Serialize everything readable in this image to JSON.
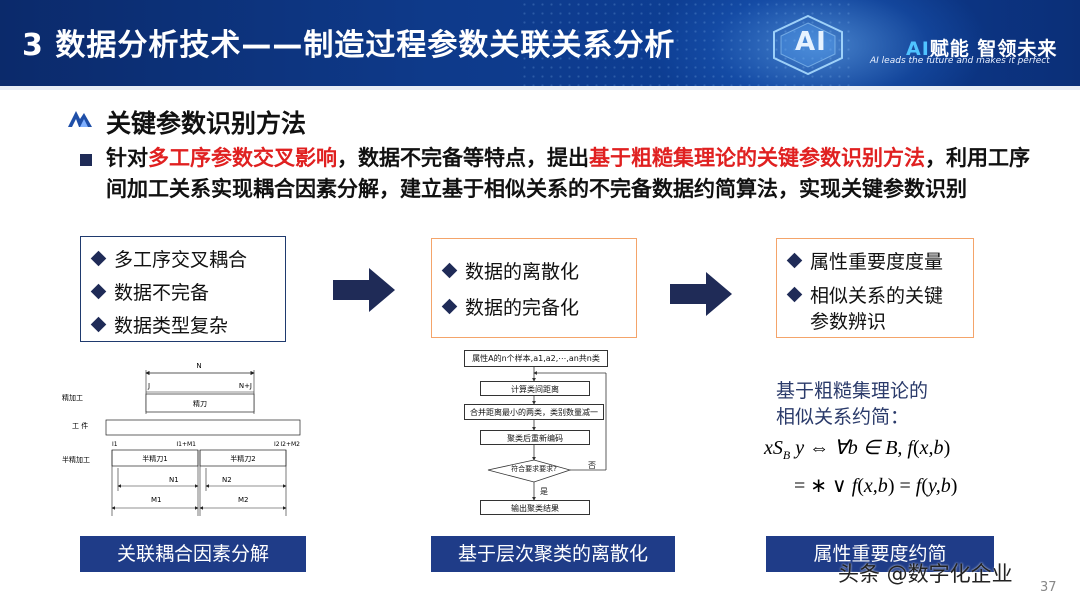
{
  "header": {
    "title": "3 数据分析技术——制造过程参数关联关系分析",
    "badge": "AI",
    "brand_ai": "AI",
    "brand_cn": "赋能 智领未来",
    "brand_en": "AI leads the future and makes it perfect"
  },
  "section": {
    "title": "关键参数识别方法"
  },
  "paragraph": {
    "part1": "针对",
    "highlight1": "多工序参数交叉影响",
    "part2": "，数据不完备等特点，提出",
    "highlight2": "基于粗糙集理论的关键参数识别方法",
    "part3": "，利用工序间加工关系实现耦合因素分解，建立基于相似关系的不完备数据约简算法，实现关键参数识别"
  },
  "boxes": {
    "box1": [
      "多工序交叉耦合",
      "数据不完备",
      "数据类型复杂"
    ],
    "box2": [
      "数据的离散化",
      "数据的完备化"
    ],
    "box3_item1": "属性重要度度量",
    "box3_item2_line1": "相似关系的关键",
    "box3_item2_line2": "参数辨识"
  },
  "diagram1": {
    "label_jing": "精加工",
    "label_gongjian": "工 件",
    "label_banjing": "半精加工",
    "N": "N",
    "J": "J",
    "NJ": "N+J",
    "jingdao": "精刀",
    "I1": "I1",
    "I1M1": "I1+M1",
    "I2": "I2",
    "I2M2": "I2+M2",
    "banjingdao1": "半精刀1",
    "banjingdao2": "半精刀2",
    "N1": "N1",
    "N2": "N2",
    "M1": "M1",
    "M2": "M2"
  },
  "flowchart": {
    "step1": "属性A的n个样本,a1,a2,⋯,an共n类",
    "step2": "计算类间距离",
    "step3": "合并距离最小的两类，类别数量减一",
    "step4": "聚类后重新编码",
    "decision": "符合要求要求?",
    "no": "否",
    "yes": "是",
    "step5": "输出聚类结果"
  },
  "formula": {
    "title_line1": "基于粗糙集理论的",
    "title_line2": "相似关系约简："
  },
  "captions": {
    "cap1": "关联耦合因素分解",
    "cap2": "基于层次聚类的离散化",
    "cap3": "属性重要度约简"
  },
  "watermark": "头条 @数字化企业",
  "page_number": "37",
  "colors": {
    "header_bg": "#0e3a8a",
    "caption_bg": "#1f3c88",
    "highlight": "#e02020",
    "box_orange": "#f4a46a",
    "box_navy": "#1f3a6e",
    "arrow": "#1f2b57"
  }
}
